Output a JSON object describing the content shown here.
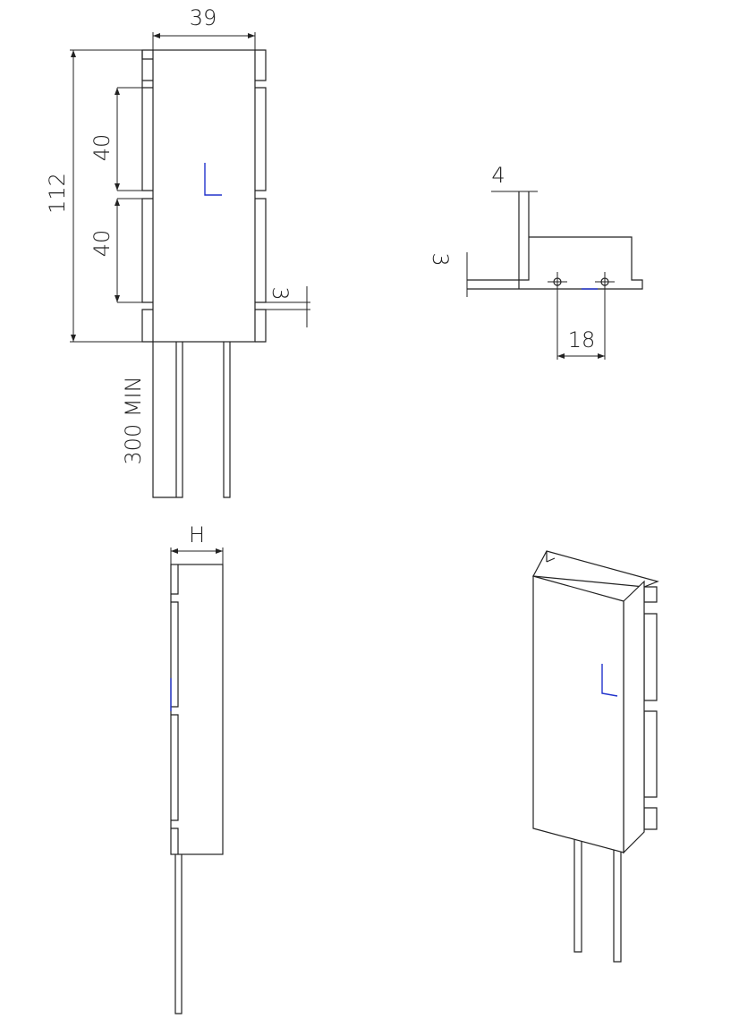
{
  "drawing": {
    "top_view": {
      "width_label": "39",
      "length_label": "112",
      "pitch_label_1": "40",
      "pitch_label_2": "40",
      "tab_label": "3",
      "lead_label": "300 MIN"
    },
    "side_view": {
      "height_label": "H"
    },
    "end_view": {
      "wall_label": "4",
      "base_label": "3",
      "hole_spacing_label": "18"
    }
  },
  "colors": {
    "line": "#222222",
    "axis_marker": "#2233cc"
  }
}
